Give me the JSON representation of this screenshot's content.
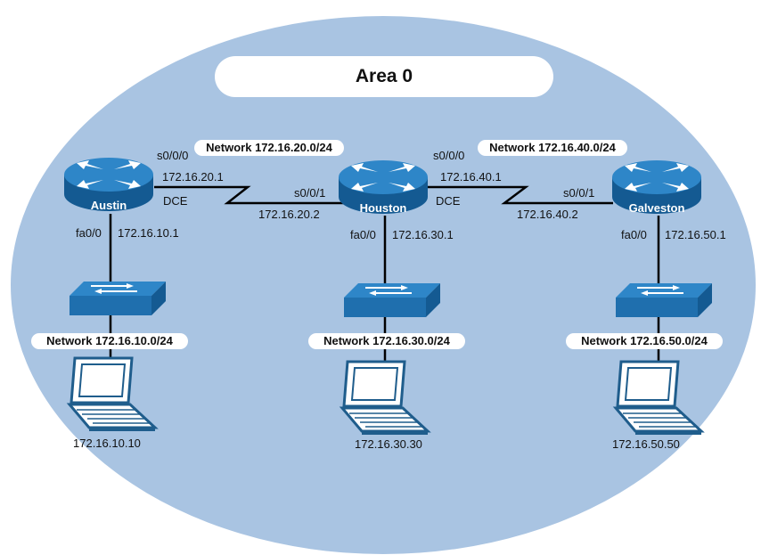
{
  "area": {
    "title": "Area 0"
  },
  "colors": {
    "area_fill": "#a9c4e2",
    "device_blue": "#1f6fae",
    "device_dark": "#145a92"
  },
  "routers": {
    "austin": {
      "name": "Austin"
    },
    "houston": {
      "name": "Houston"
    },
    "galveston": {
      "name": "Galveston"
    }
  },
  "serial_links": {
    "austin_houston": {
      "network": "Network 172.16.20.0/24",
      "austin_if": "s0/0/0",
      "austin_ip": "172.16.20.1",
      "austin_dce": "DCE",
      "houston_if": "s0/0/1",
      "houston_ip": "172.16.20.2"
    },
    "houston_galveston": {
      "network": "Network 172.16.40.0/24",
      "houston_if": "s0/0/0",
      "houston_ip": "172.16.40.1",
      "houston_dce": "DCE",
      "galveston_if": "s0/0/1",
      "galveston_ip": "172.16.40.2"
    }
  },
  "lans": {
    "austin": {
      "interface": "fa0/0",
      "gateway_ip": "172.16.10.1",
      "network": "Network 172.16.10.0/24",
      "host_ip": "172.16.10.10"
    },
    "houston": {
      "interface": "fa0/0",
      "gateway_ip": "172.16.30.1",
      "network": "Network 172.16.30.0/24",
      "host_ip": "172.16.30.30"
    },
    "galveston": {
      "interface": "fa0/0",
      "gateway_ip": "172.16.50.1",
      "network": "Network 172.16.50.0/24",
      "host_ip": "172.16.50.50"
    }
  },
  "icons": {
    "router": "router-icon",
    "switch": "switch-icon",
    "laptop": "laptop-icon"
  }
}
